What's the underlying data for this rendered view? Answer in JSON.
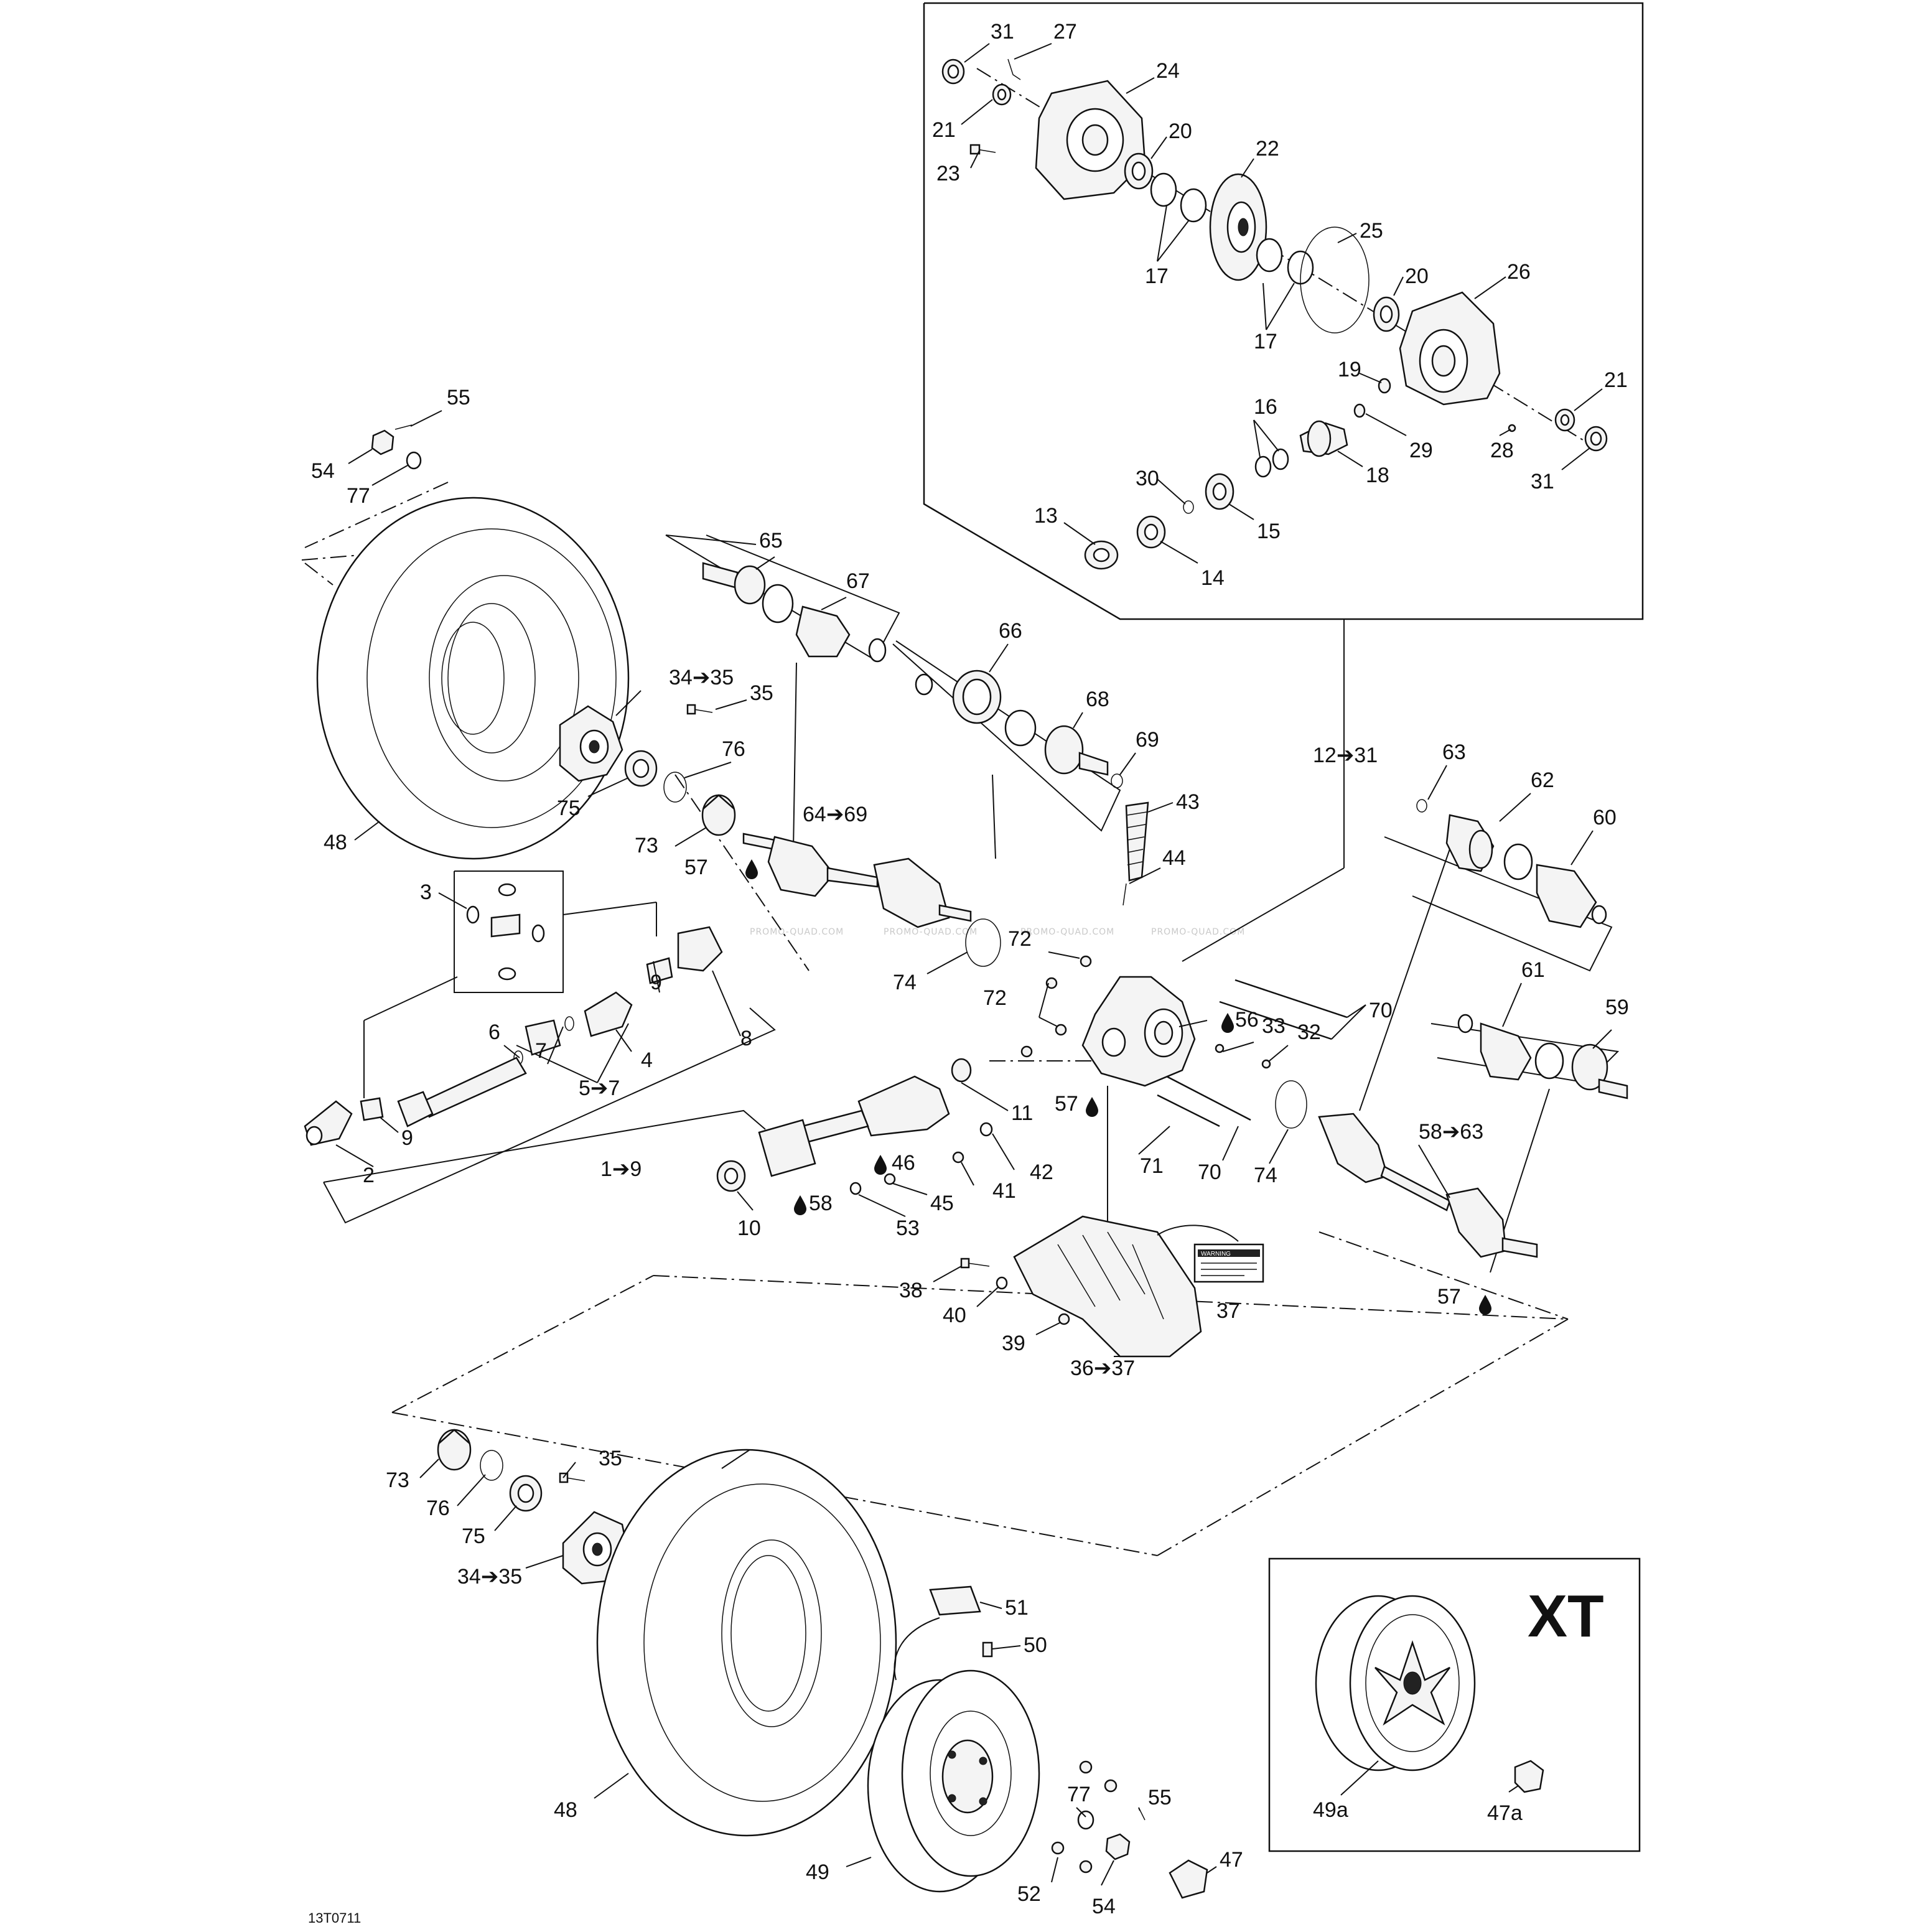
{
  "diagram": {
    "drawing_code": "13T0711",
    "inset_title": "XT",
    "watermark_text": "PROMO-QUAD.COM",
    "warning_label_text": "WARNING",
    "labels": {
      "l31a": "31",
      "l27": "27",
      "l24": "24",
      "l21a": "21",
      "l20a": "20",
      "l23": "23",
      "l22": "22",
      "l17a": "17",
      "l25": "25",
      "l20b": "20",
      "l26": "26",
      "l17b": "17",
      "l19": "19",
      "l21b": "21",
      "l16": "16",
      "l29": "29",
      "l28": "28",
      "l30": "30",
      "l18": "18",
      "l31b": "31",
      "l13": "13",
      "l15": "15",
      "l14": "14",
      "l55a": "55",
      "l54a": "54",
      "l77a": "77",
      "l65": "65",
      "l67": "67",
      "l66": "66",
      "l34_35a": "34➔35",
      "l35a": "35",
      "l68": "68",
      "l76a": "76",
      "l69": "69",
      "l12_31": "12➔31",
      "l63": "63",
      "l62": "62",
      "l60": "60",
      "l48a": "48",
      "l75a": "75",
      "l73a": "73",
      "l64_69": "64➔69",
      "l57a": "57",
      "l43": "43",
      "l44": "44",
      "l3": "3",
      "l72a": "72",
      "l74a": "74",
      "l72b": "72",
      "l56": "56",
      "l70a": "70",
      "l61": "61",
      "l59": "59",
      "l9a": "9",
      "l7": "7",
      "l8": "8",
      "l6": "6",
      "l4": "4",
      "l33": "33",
      "l32": "32",
      "l5_7": "5➔7",
      "l11": "11",
      "l57b": "57",
      "l9b": "9",
      "l2": "2",
      "l1_9": "1➔9",
      "l71": "71",
      "l70b": "70",
      "l74b": "74",
      "l58_63": "58➔63",
      "l46": "46",
      "l42": "42",
      "l41": "41",
      "l58": "58",
      "l45": "45",
      "l10": "10",
      "l53": "53",
      "l37": "37",
      "l38": "38",
      "l40": "40",
      "l39": "39",
      "l57c": "57",
      "l36_37": "36➔37",
      "l35b": "35",
      "l73b": "73",
      "l76b": "76",
      "l75b": "75",
      "l34_35b": "34➔35",
      "l51": "51",
      "l50": "50",
      "l48b": "48",
      "l77b": "77",
      "l55b": "55",
      "l49": "49",
      "l47": "47",
      "l52": "52",
      "l54b": "54",
      "l49a": "49a",
      "l47a": "47a"
    }
  }
}
